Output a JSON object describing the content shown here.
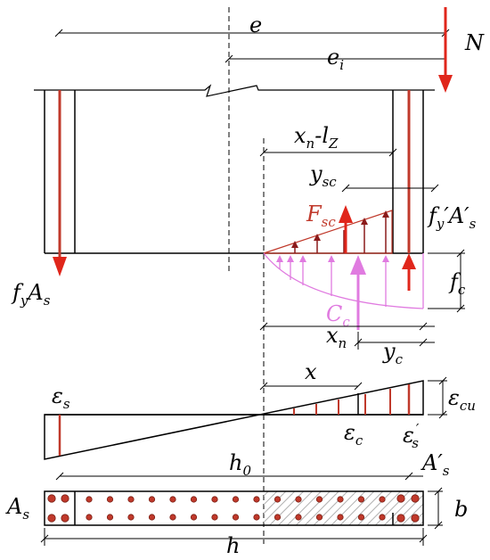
{
  "labels": {
    "e": "e",
    "N": "N",
    "ei_base": "e",
    "ei_sub": "i",
    "xn_lz_base": "x",
    "xn_lz_sub1": "n",
    "xn_lz_dash": "-l",
    "xn_lz_sub2": "Z",
    "ysc_base": "y",
    "ysc_sub": "sc",
    "Fsc_base": "F",
    "Fsc_sub": "sc",
    "fyAs_prime_1": "f",
    "fyAs_prime_2": "y",
    "fyAs_prime_3": "′A′",
    "fyAs_prime_4": "s",
    "fyAs_1": "f",
    "fyAs_2": "y",
    "fyAs_3": "A",
    "fyAs_4": "s",
    "fc_base": "f",
    "fc_sub": "c",
    "Cc_base": "C",
    "Cc_sub": "c",
    "xn_base": "x",
    "xn_sub": "n",
    "yc_base": "y",
    "yc_sub": "c",
    "x": "x",
    "eps_s_base": "ε",
    "eps_s_sub": "s",
    "eps_cu_base": "ε",
    "eps_cu_sub": "cu",
    "eps_c_base": "ε",
    "eps_c_sub": "c",
    "eps_s_prime_base": "ε",
    "eps_s_prime_sub": "s",
    "h0_base": "h",
    "h0_sub": "0",
    "As_prime_base": "A′",
    "As_prime_sub": "s",
    "As_base": "A",
    "As_sub": "s",
    "b": "b",
    "h": "h"
  },
  "colors": {
    "line": "#000000",
    "steel": "#c0392b",
    "compression_block": "#e07be0",
    "force_dark": "#8b1a1a",
    "hatch": "#a0a0a0"
  }
}
